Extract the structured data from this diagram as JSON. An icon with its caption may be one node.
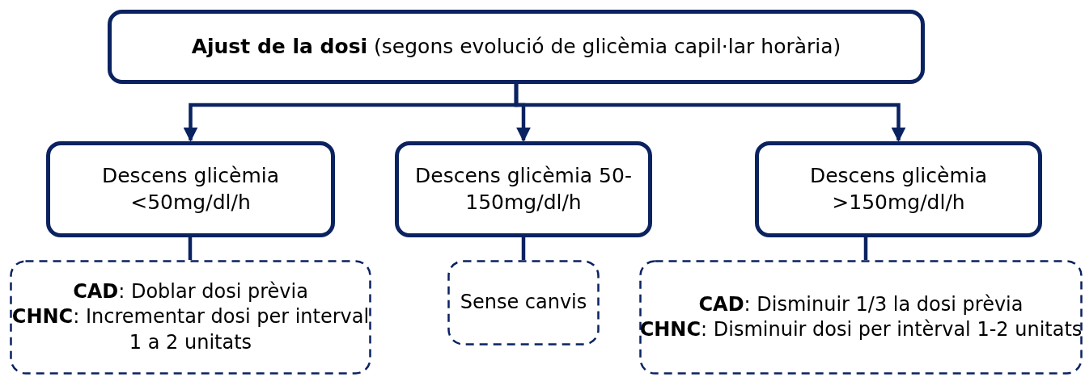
{
  "diagram": {
    "nodes": [
      {
        "text": [
          "**Ajust de la dosi** (segons evolució de glicèmia capil·lar horària)"
        ]
      },
      {
        "text": [
          "Descens glicèmia <50mg/dl/h"
        ]
      },
      {
        "text": [
          "Descens glicèmia 50-150mg/dl/h"
        ]
      },
      {
        "text": [
          "Descens glicèmia >150mg/dl/h"
        ]
      },
      {
        "text": [
          "**CAD**: Doblar dosi prèvia",
          "**CHNC**: Incrementar dosi per interval 1 a 2 unitats"
        ]
      },
      {
        "text": [
          "Sense canvis"
        ]
      },
      {
        "text": [
          "**CAD**: Disminuir 1/3 la dosi prèvia",
          "**CHNC**: Disminuir dosi per intèrval 1-2 unitats"
        ]
      }
    ],
    "edges": [
      {
        "from": 0,
        "to": 1,
        "arrow": "to"
      },
      {
        "from": 0,
        "to": 2,
        "arrow": "to"
      },
      {
        "from": 0,
        "to": 3,
        "arrow": "to"
      },
      {
        "from": 1,
        "to": 4,
        "arrow": "none"
      },
      {
        "from": 2,
        "to": 5,
        "arrow": "none"
      },
      {
        "from": 3,
        "to": 6,
        "arrow": "none"
      }
    ]
  }
}
